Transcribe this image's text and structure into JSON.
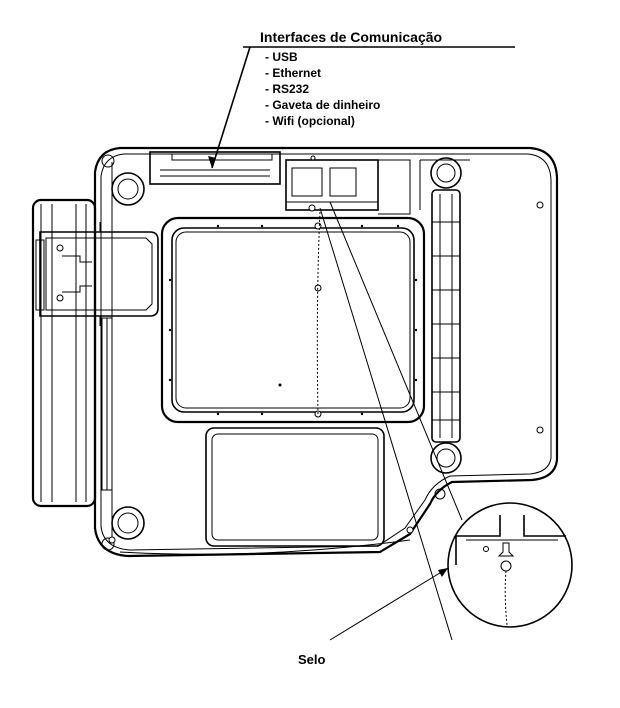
{
  "callout": {
    "title": "Interfaces de Comunicação",
    "items": [
      "- USB",
      "- Ethernet",
      "- RS232",
      "- Gaveta de dinheiro",
      "- Wifi (opcional)"
    ]
  },
  "seal_label": "Selo"
}
